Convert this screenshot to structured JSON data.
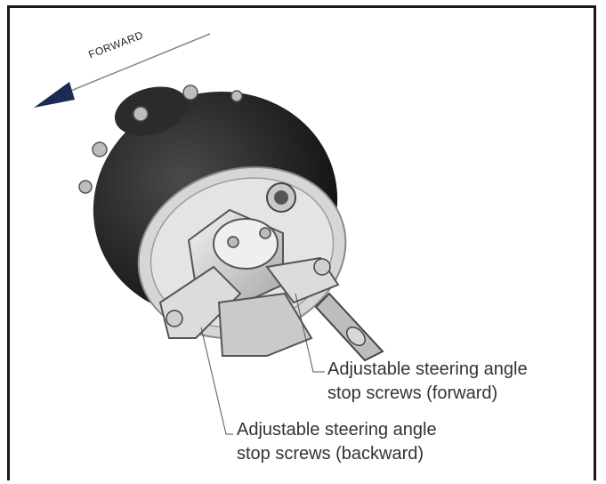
{
  "direction_label": "FORWARD",
  "callouts": {
    "forward": {
      "line1": "Adjustable steering angle",
      "line2": "stop screws (forward)"
    },
    "backward": {
      "line1": "Adjustable steering angle",
      "line2": "stop screws (backward)"
    }
  }
}
